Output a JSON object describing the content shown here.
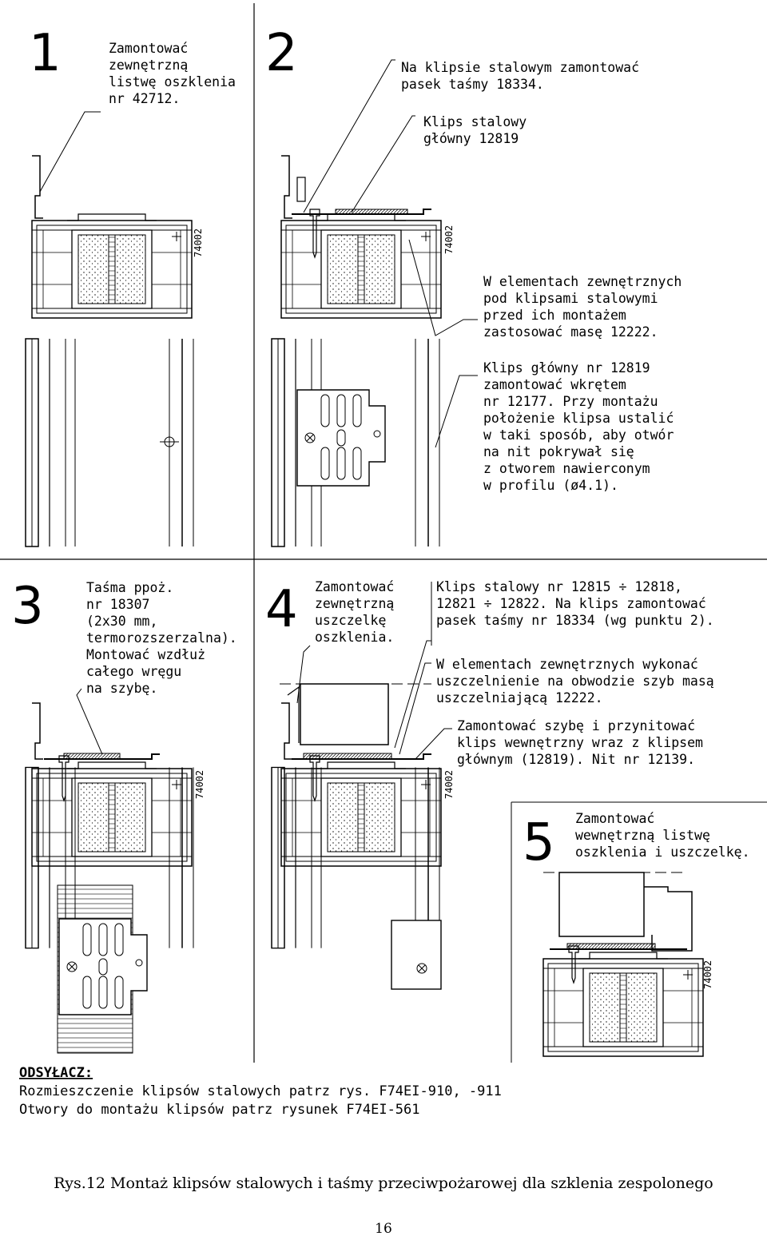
{
  "steps": [
    {
      "number": "1",
      "lines": [
        "Zamontować",
        "zewnętrzną",
        "listwę oszklenia",
        "nr 42712."
      ]
    },
    {
      "number": "2",
      "lines": [
        "Na klipsie stalowym zamontować",
        "pasek taśmy 18334."
      ],
      "note_clip": [
        "Klips stalowy",
        "główny 12819"
      ],
      "note_mass": [
        "W elementach zewnętrznych",
        "pod klipsami stalowymi",
        "przed ich montażem",
        "zastosować masę 12222."
      ],
      "note_screw": [
        "Klips główny nr 12819",
        "zamontować wkrętem",
        "nr 12177. Przy montażu",
        "położenie klipsa ustalić",
        "w taki sposób, aby otwór",
        "na nit pokrywał się",
        "z otworem nawierconym",
        "w profilu (ø4.1)."
      ]
    },
    {
      "number": "3",
      "lines": [
        "Taśma ppoż.",
        "nr 18307",
        "(2x30 mm,",
        "termorozszerzalna).",
        "Montować wzdłuż",
        "całego wręgu",
        "na szybę."
      ]
    },
    {
      "number": "4",
      "lines": [
        "Zamontować",
        "zewnętrzną",
        "uszczelkę",
        "oszklenia."
      ],
      "note_clip": [
        "Klips stalowy nr 12815 ÷ 12818,",
        "12821 ÷ 12822. Na klips zamontować",
        "pasek taśmy nr 18334 (wg punktu 2)."
      ],
      "note_seal": [
        "W elementach zewnętrznych wykonać",
        "uszczelnienie na obwodzie szyb masą",
        "uszczelniającą 12222."
      ],
      "note_glass": [
        "Zamontować szybę i przynitować",
        "klips wewnętrzny wraz z klipsem",
        "głównym (12819). Nit nr 12139."
      ]
    },
    {
      "number": "5",
      "lines": [
        "Zamontować",
        "wewnętrzną listwę",
        "oszklenia i uszczelkę."
      ]
    }
  ],
  "profile_code": "74002",
  "reference": {
    "title": "ODSYŁACZ:",
    "lines": [
      "Rozmieszczenie klipsów stalowych patrz rys. F74EI-910, -911",
      "Otwory do montażu klipsów patrz rysunek F74EI-561"
    ]
  },
  "caption": "Rys.12 Montaż klipsów stalowych i taśmy przeciwpożarowej dla szklenia zespolonego",
  "page_number": "16"
}
